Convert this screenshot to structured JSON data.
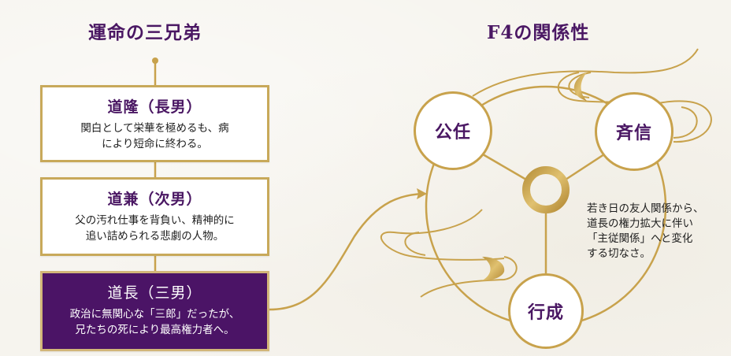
{
  "left_panel": {
    "title": "運命の三兄弟",
    "brothers": [
      {
        "name": "道隆（長男）",
        "lines": [
          "関白として栄華を極めるも、病",
          "により短命に終わる。"
        ],
        "highlighted": false
      },
      {
        "name": "道兼（次男）",
        "lines": [
          "父の汚れ仕事を背負い、精神的に",
          "追い詰められる悲劇の人物。"
        ],
        "highlighted": false
      },
      {
        "name": "道長（三男）",
        "lines": [
          "政治に無関心な「三郎」だったが、",
          "兄たちの死により最高権力者へ。"
        ],
        "highlighted": true
      }
    ]
  },
  "right_panel": {
    "title": "F4の関係性",
    "nodes": [
      {
        "label": "公任"
      },
      {
        "label": "斉信"
      },
      {
        "label": "行成"
      }
    ],
    "note_lines": [
      "若き日の友人関係から、",
      "道長の権力拡大に伴い",
      "「主従関係」へと変化",
      "する切なさ。"
    ]
  },
  "colors": {
    "accent_purple": "#4b1466",
    "title_purple": "#4a1763",
    "gold": "#c8a24c",
    "background": "#f6f4ee"
  }
}
